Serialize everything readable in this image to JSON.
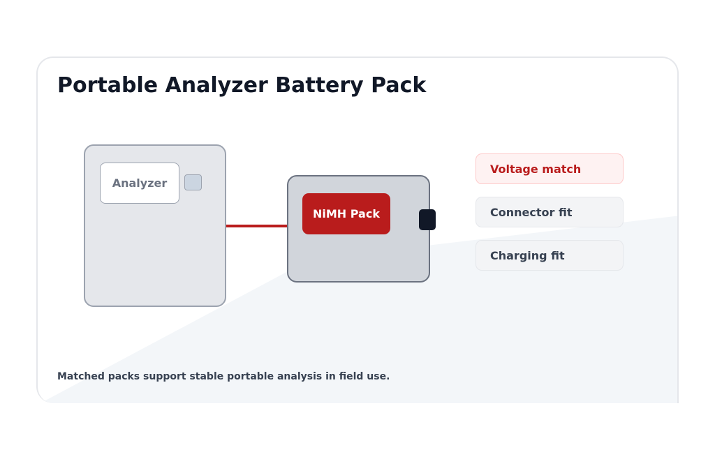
{
  "title": "Portable Analyzer Battery Pack",
  "device": {
    "screen_label": "Analyzer"
  },
  "pack": {
    "label": "NiMH Pack"
  },
  "checks": [
    {
      "label": "Voltage match",
      "highlighted": true
    },
    {
      "label": "Connector fit",
      "highlighted": false
    },
    {
      "label": "Charging fit",
      "highlighted": false
    }
  ],
  "footnote": "Matched packs support stable portable analysis in field use.",
  "colors": {
    "accent": "#b91c1c",
    "device_fill": "#e5e7eb",
    "pack_fill": "#d1d5db",
    "terminal": "#111827",
    "title_text": "#111827",
    "background_wedge": "#f3f6f9"
  }
}
